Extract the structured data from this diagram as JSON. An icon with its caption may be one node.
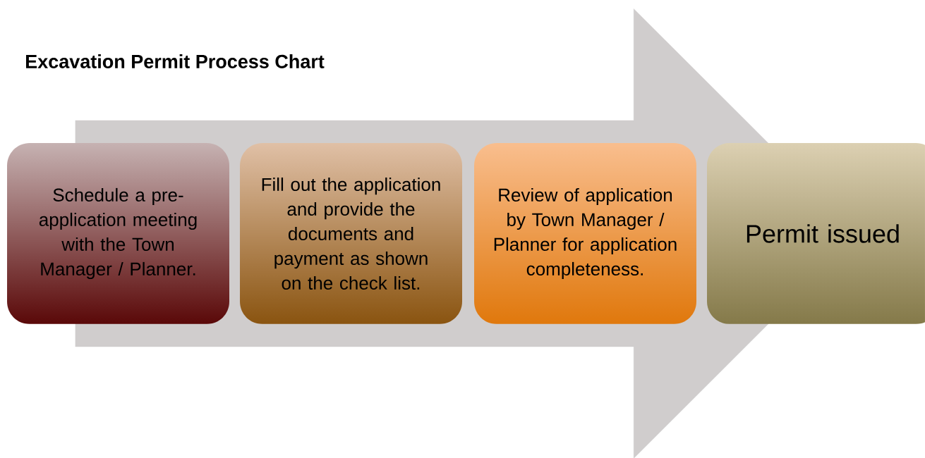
{
  "diagram": {
    "title": "Excavation Permit Process Chart",
    "nodes": [
      {
        "text": [
          "Schedule a pre-application meeting with the Town Manager / Planner."
        ]
      },
      {
        "text": [
          "Fill out the application and provide the documents and payment as shown on the check list."
        ]
      },
      {
        "text": [
          "Review of application by Town Manager / Planner for application completeness."
        ]
      },
      {
        "text": [
          "Permit issued"
        ]
      }
    ],
    "edges": [
      {
        "from": 0,
        "to": 3,
        "arrow": "to"
      }
    ]
  }
}
